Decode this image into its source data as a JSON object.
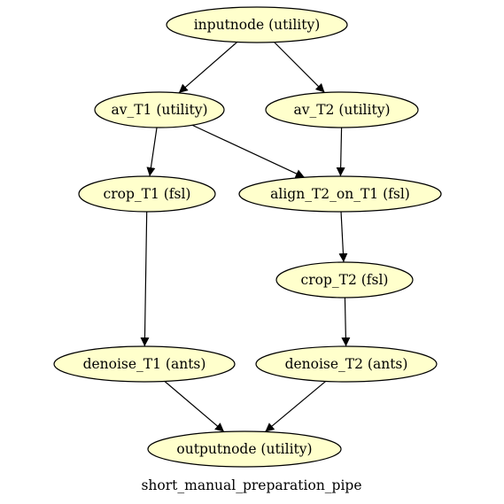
{
  "graph": {
    "label": "short_manual_preparation_pipe",
    "node_fill": "#ffffcc",
    "stroke": "#000000",
    "nodes": [
      {
        "id": "inputnode",
        "label": "inputnode (utility)"
      },
      {
        "id": "av_T1",
        "label": "av_T1 (utility)"
      },
      {
        "id": "av_T2",
        "label": "av_T2 (utility)"
      },
      {
        "id": "crop_T1",
        "label": "crop_T1 (fsl)"
      },
      {
        "id": "align_T2_on_T1",
        "label": "align_T2_on_T1 (fsl)"
      },
      {
        "id": "crop_T2",
        "label": "crop_T2 (fsl)"
      },
      {
        "id": "denoise_T1",
        "label": "denoise_T1 (ants)"
      },
      {
        "id": "denoise_T2",
        "label": "denoise_T2 (ants)"
      },
      {
        "id": "outputnode",
        "label": "outputnode (utility)"
      }
    ],
    "edges": [
      {
        "from": "inputnode",
        "to": "av_T1"
      },
      {
        "from": "inputnode",
        "to": "av_T2"
      },
      {
        "from": "av_T1",
        "to": "crop_T1"
      },
      {
        "from": "av_T1",
        "to": "align_T2_on_T1"
      },
      {
        "from": "av_T2",
        "to": "align_T2_on_T1"
      },
      {
        "from": "align_T2_on_T1",
        "to": "crop_T2"
      },
      {
        "from": "crop_T1",
        "to": "denoise_T1"
      },
      {
        "from": "crop_T2",
        "to": "denoise_T2"
      },
      {
        "from": "denoise_T1",
        "to": "outputnode"
      },
      {
        "from": "denoise_T2",
        "to": "outputnode"
      }
    ]
  }
}
